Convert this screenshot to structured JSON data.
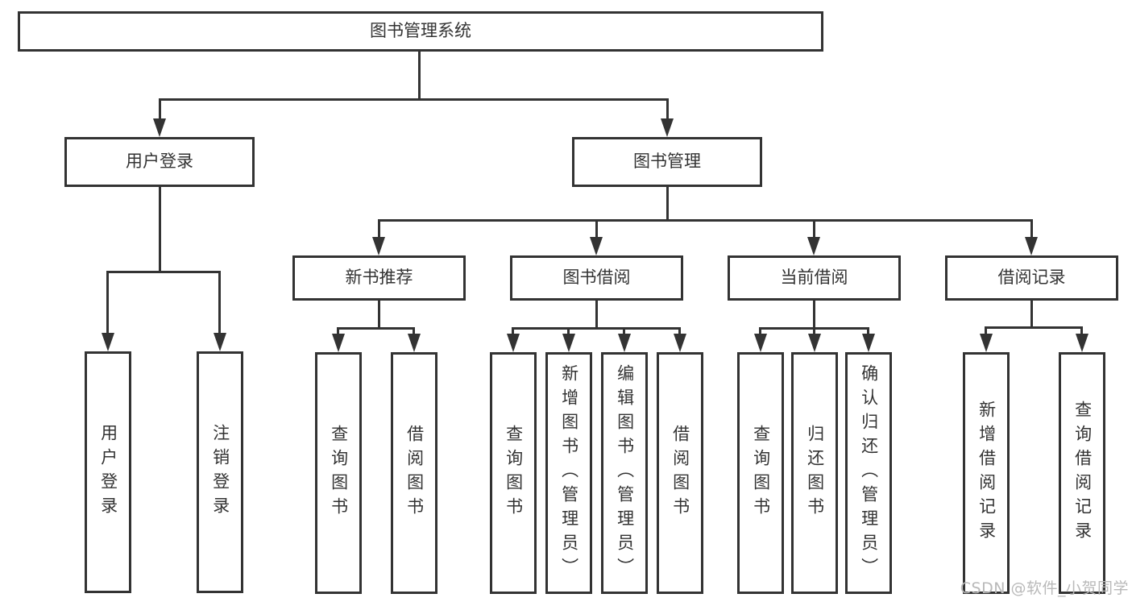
{
  "root": {
    "label": "图书管理系统"
  },
  "user_login": {
    "label": "用户登录",
    "children": [
      {
        "label": "用户登录"
      },
      {
        "label": "注销登录"
      }
    ]
  },
  "book_mgmt": {
    "label": "图书管理",
    "children": [
      {
        "label": "新书推荐",
        "children": [
          {
            "label": "查询图书"
          },
          {
            "label": "借阅图书"
          }
        ]
      },
      {
        "label": "图书借阅",
        "children": [
          {
            "label": "查询图书"
          },
          {
            "label": "新增图书（管理员）"
          },
          {
            "label": "编辑图书（管理员）"
          },
          {
            "label": "借阅图书"
          }
        ]
      },
      {
        "label": "当前借阅",
        "children": [
          {
            "label": "查询图书"
          },
          {
            "label": "归还图书"
          },
          {
            "label": "确认归还（管理员）"
          }
        ]
      },
      {
        "label": "借阅记录",
        "children": [
          {
            "label": "新增借阅记录"
          },
          {
            "label": "查询借阅记录"
          }
        ]
      }
    ]
  },
  "watermark": {
    "text": "CSDN @软件_小贺同学"
  },
  "colors": {
    "line": "#333333",
    "text": "#333333",
    "watermark": "#b9b9b9",
    "background": "#ffffff"
  }
}
